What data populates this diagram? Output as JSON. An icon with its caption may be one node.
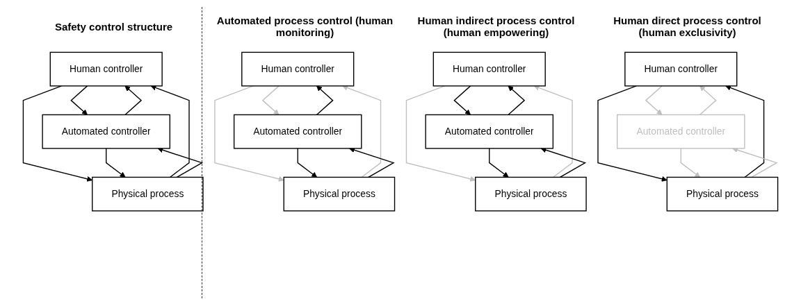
{
  "diagram": {
    "nodes": [
      {
        "text": [
          "Human controller"
        ]
      },
      {
        "text": [
          "Automated controller"
        ]
      },
      {
        "text": [
          "Physical process"
        ]
      },
      {
        "text": [
          "Human controller"
        ]
      },
      {
        "text": [
          "Automated controller"
        ]
      },
      {
        "text": [
          "Physical process"
        ]
      },
      {
        "text": [
          "Human controller"
        ]
      },
      {
        "text": [
          "Automated controller"
        ]
      },
      {
        "text": [
          "Physical process"
        ]
      },
      {
        "text": [
          "Human controller"
        ]
      },
      {
        "text": [
          "Automated controller"
        ]
      },
      {
        "text": [
          "Physical process"
        ]
      }
    ],
    "edges": [
      {
        "from": 0,
        "to": 1,
        "arrow": "to"
      },
      {
        "from": 1,
        "to": 0,
        "arrow": "to"
      },
      {
        "from": 0,
        "to": 2,
        "arrow": "to"
      },
      {
        "from": 2,
        "to": 0,
        "arrow": "to"
      },
      {
        "from": 1,
        "to": 2,
        "arrow": "to"
      },
      {
        "from": 2,
        "to": 1,
        "arrow": "to"
      },
      {
        "from": 3,
        "to": 4,
        "arrow": "to",
        "color": "#bfbfbf"
      },
      {
        "from": 4,
        "to": 3,
        "arrow": "to"
      },
      {
        "from": 3,
        "to": 5,
        "arrow": "to",
        "color": "#bfbfbf"
      },
      {
        "from": 5,
        "to": 3,
        "arrow": "to",
        "color": "#bfbfbf"
      },
      {
        "from": 4,
        "to": 5,
        "arrow": "to"
      },
      {
        "from": 5,
        "to": 4,
        "arrow": "to"
      },
      {
        "from": 6,
        "to": 7,
        "arrow": "to"
      },
      {
        "from": 7,
        "to": 6,
        "arrow": "to"
      },
      {
        "from": 6,
        "to": 8,
        "arrow": "to",
        "color": "#bfbfbf"
      },
      {
        "from": 8,
        "to": 6,
        "arrow": "to",
        "color": "#bfbfbf"
      },
      {
        "from": 7,
        "to": 8,
        "arrow": "to"
      },
      {
        "from": 8,
        "to": 7,
        "arrow": "to"
      },
      {
        "from": 9,
        "to": 10,
        "arrow": "to",
        "color": "#bfbfbf"
      },
      {
        "from": 10,
        "to": 9,
        "arrow": "to",
        "color": "#bfbfbf"
      },
      {
        "from": 9,
        "to": 11,
        "arrow": "to"
      },
      {
        "from": 11,
        "to": 9,
        "arrow": "to"
      },
      {
        "from": 10,
        "to": 11,
        "arrow": "to",
        "color": "#bfbfbf"
      },
      {
        "from": 11,
        "to": 10,
        "arrow": "to",
        "color": "#bfbfbf"
      }
    ],
    "labels": [
      "Safety control structure",
      "Automated process control (human monitoring)",
      "Human indirect process control (human empowering)",
      "Human direct process control (human exclusivity)"
    ]
  }
}
